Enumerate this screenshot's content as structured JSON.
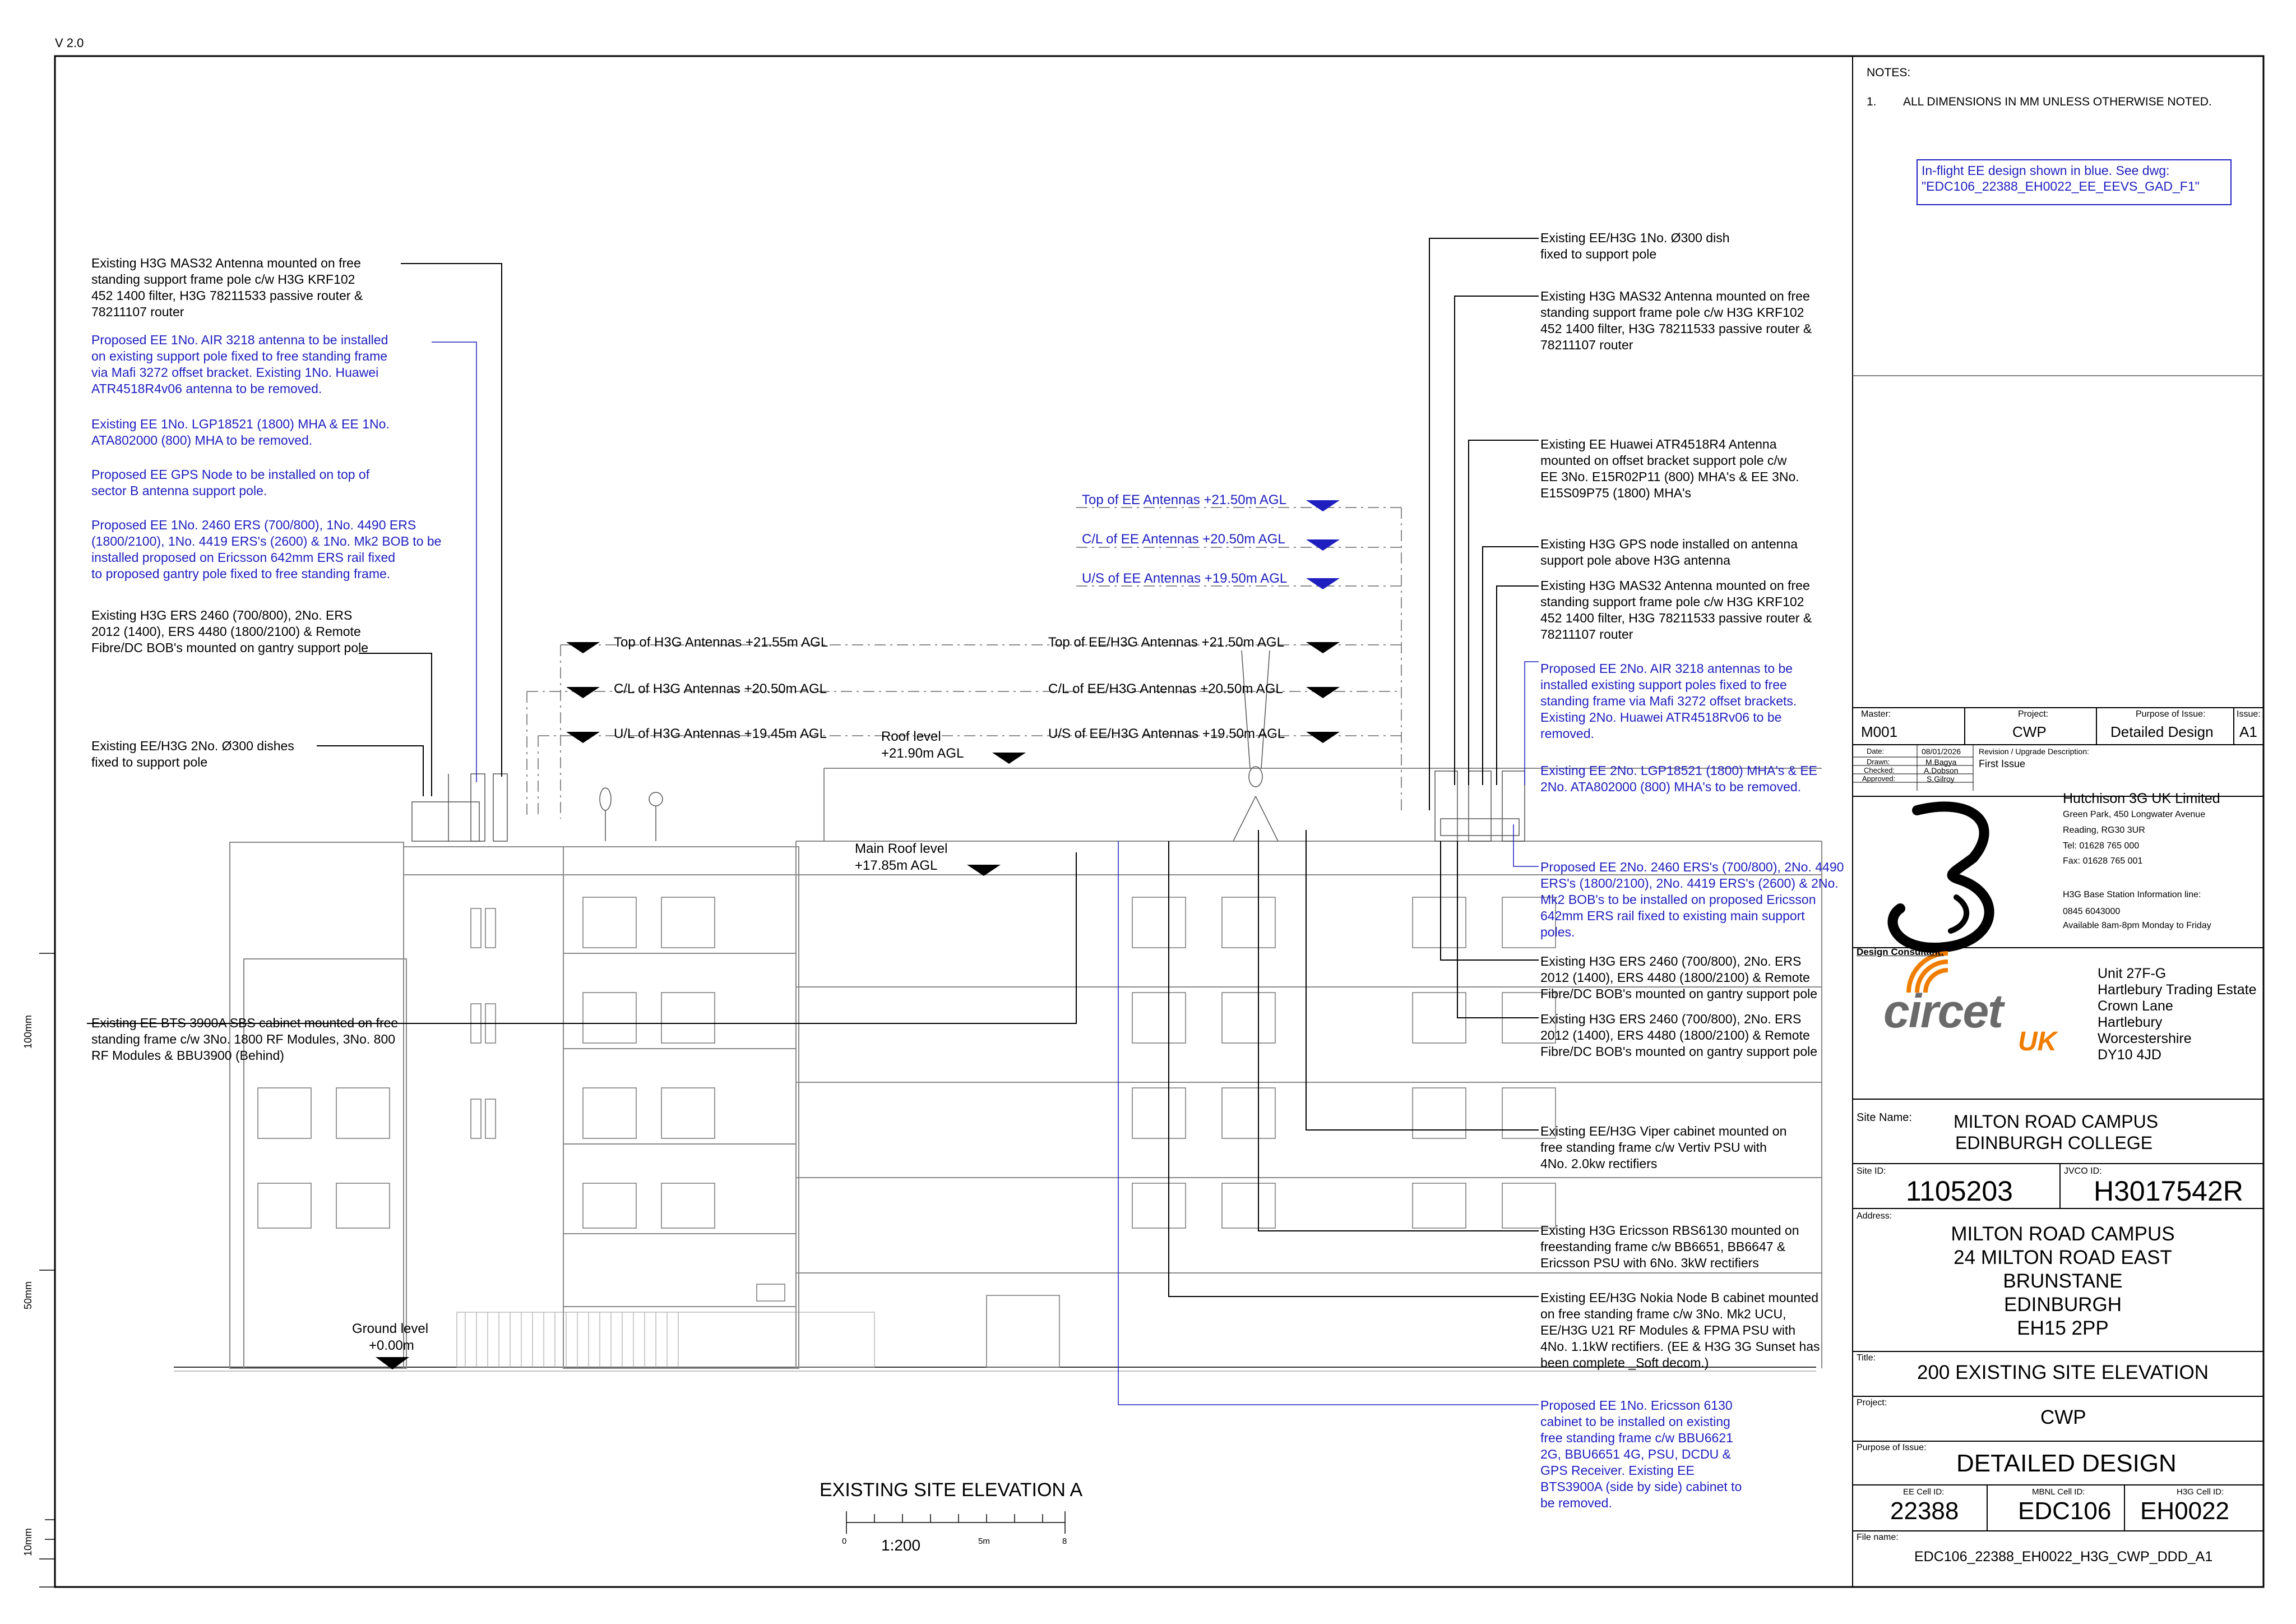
{
  "version": "V 2.0",
  "notes": {
    "heading": "NOTES:",
    "item_num": "1.",
    "item_text": "ALL DIMENSIONS IN MM UNLESS OTHERWISE NOTED.",
    "inflight": "In-flight EE design shown in blue. See dwg:\n\"EDC106_22388_EH0022_EE_EEVS_GAD_F1\""
  },
  "left_annotations": {
    "a1": "Existing H3G MAS32 Antenna mounted on free\nstanding support frame pole c/w H3G KRF102\n452 1400 filter, H3G 78211533 passive router &\n78211107 router",
    "b1": "Proposed EE 1No. AIR 3218 antenna to be installed\non existing support pole fixed to free standing frame\nvia Mafi 3272 offset bracket. Existing 1No. Huawei\nATR4518R4v06 antenna to be removed.",
    "b2": "Existing EE 1No. LGP18521 (1800) MHA & EE 1No.\nATA802000 (800) MHA to be removed.",
    "b3": "Proposed EE GPS Node to be installed on top of\nsector B antenna support pole.",
    "b4": "Proposed EE 1No. 2460 ERS (700/800), 1No. 4490 ERS\n(1800/2100), 1No. 4419 ERS's (2600) & 1No. Mk2 BOB to be\ninstalled proposed on Ericsson 642mm ERS rail fixed\nto proposed gantry pole fixed to free standing frame.",
    "a2": "Existing H3G ERS 2460 (700/800), 2No. ERS\n2012 (1400), ERS 4480 (1800/2100) & Remote\nFibre/DC BOB's mounted on gantry support pole",
    "a3": "Existing EE/H3G 2No. Ø300 dishes\nfixed to support pole",
    "a4": "Existing EE BTS 3900A SBS cabinet mounted on free\nstanding frame c/w 3No. 1800 RF Modules, 3No. 800\nRF Modules & BBU3900 (Behind)"
  },
  "right_annotations": {
    "r1": "Existing EE/H3G 1No. Ø300 dish\nfixed to support pole",
    "r2": "Existing H3G MAS32 Antenna mounted on free\nstanding support frame pole c/w H3G KRF102\n452 1400 filter, H3G 78211533 passive router &\n78211107 router",
    "r3": "Existing EE Huawei ATR4518R4 Antenna\nmounted on offset bracket support pole c/w\nEE 3No. E15R02P11 (800) MHA's & EE 3No.\nE15S09P75 (1800) MHA's",
    "r4": "Existing H3G GPS node installed on antenna\nsupport pole above H3G antenna",
    "r5": "Existing H3G MAS32 Antenna mounted on free\nstanding support frame pole c/w H3G KRF102\n452 1400 filter, H3G 78211533 passive router &\n78211107 router",
    "r6": "Proposed EE 2No. AIR 3218 antennas to be\ninstalled existing support poles fixed to free\nstanding frame via Mafi 3272 offset brackets.\nExisting 2No. Huawei ATR4518Rv06 to be\nremoved.",
    "r7": "Existing EE 2No. LGP18521 (1800) MHA's & EE\n2No. ATA802000 (800) MHA's to be removed.",
    "r8": "Proposed EE 2No. 2460 ERS's (700/800), 2No. 4490\nERS's (1800/2100), 2No. 4419 ERS's (2600) & 2No.\nMk2 BOB's to be installed on proposed Ericsson\n642mm ERS rail fixed to existing main support\npoles.",
    "r9": "Existing H3G ERS 2460 (700/800), 2No. ERS\n2012 (1400), ERS 4480 (1800/2100) & Remote\nFibre/DC BOB's mounted on gantry support pole",
    "r10": "Existing H3G ERS 2460 (700/800), 2No. ERS\n2012 (1400), ERS 4480 (1800/2100) & Remote\nFibre/DC BOB's mounted on gantry support pole",
    "r11": "Existing EE/H3G Viper cabinet mounted on\nfree standing frame c/w Vertiv PSU with\n4No. 2.0kw rectifiers",
    "r12": "Existing H3G Ericsson RBS6130 mounted on\nfreestanding frame c/w BB6651, BB6647 &\nEricsson PSU with 6No. 3kW rectifiers",
    "r13": "Existing EE/H3G Nokia Node B cabinet mounted\non free standing frame c/w 3No. Mk2 UCU,\nEE/H3G U21 RF Modules & FPMA PSU with\n4No. 1.1kW rectifiers. (EE & H3G 3G Sunset has\nbeen complete _Soft decom.)",
    "r14": "Proposed EE 1No. Ericsson 6130\ncabinet to be installed on existing\nfree standing frame c/w BBU6621\n2G, BBU6651 4G, PSU, DCDU &\nGPS Receiver. Existing EE\nBTS3900A (side by side) cabinet to\nbe removed."
  },
  "levels": {
    "ee_top": "Top of EE Antennas +21.50m AGL",
    "ee_cl": "C/L of EE Antennas +20.50m AGL",
    "ee_us": "U/S of EE Antennas +19.50m AGL",
    "h3g_top": "Top of H3G Antennas +21.55m AGL",
    "h3g_cl": "C/L of H3G Antennas +20.50m AGL",
    "h3g_ul": "U/L of H3G Antennas +19.45m AGL",
    "eeh3g_top": "Top of EE/H3G Antennas +21.50m AGL",
    "eeh3g_cl": "C/L of EE/H3G Antennas +20.50m AGL",
    "eeh3g_us": "U/S of EE/H3G Antennas +19.50m AGL",
    "roof_label": "Roof level",
    "roof_value": "+21.90m AGL",
    "main_roof_label": "Main Roof level",
    "main_roof_value": "+17.85m AGL",
    "ground_label": "Ground level",
    "ground_value": "+0.00m"
  },
  "elevation": {
    "title": "EXISTING SITE ELEVATION A",
    "scale": "1:200",
    "tick0": "0",
    "tick5": "5m",
    "tick8": "8"
  },
  "ruler": {
    "r100": "100mm",
    "r50": "50mm",
    "r10": "10mm"
  },
  "title_block": {
    "master_label": "Master:",
    "master": "M001",
    "project_label": "Project:",
    "project": "CWP",
    "purpose_label": "Purpose of Issue:",
    "purpose": "Detailed Design",
    "issue_label": "Issue:",
    "issue": "A1",
    "date_label": "Date:",
    "date": "08/01/2026",
    "drawn_label": "Drawn:",
    "drawn": "M.Bagya",
    "checked_label": "Checked:",
    "checked": "A.Dobson",
    "approved_label": "Approved:",
    "approved": "S.Gilroy",
    "rev_label": "Revision / Upgrade Description:",
    "rev": "First Issue",
    "company": "Hutchison 3G UK Limited",
    "address1": "Green Park, 450 Longwater Avenue",
    "address2": "Reading, RG30 3UR",
    "tel": "Tel: 01628 765 000",
    "fax": "Fax: 01628 765 001",
    "info_label": "H3G Base Station Information line:",
    "info_phone": "0845 6043000",
    "info_hours": "Available 8am-8pm Monday to Friday",
    "consultant_label": "Design Consultant:",
    "consultant_addr": "Unit 27F-G\nHartlebury Trading Estate\nCrown Lane\nHartlebury\nWorcestershire\nDY10 4JD",
    "circet": "circet",
    "uk": "UK",
    "site_name_label": "Site Name:",
    "site_name_1": "MILTON ROAD CAMPUS",
    "site_name_2": "EDINBURGH COLLEGE",
    "site_id_label": "Site ID:",
    "site_id": "1105203",
    "jvco_label": "JVCO ID:",
    "jvco": "H3017542R",
    "address_label": "Address:",
    "address": "MILTON ROAD CAMPUS\n24 MILTON ROAD EAST\nBRUNSTANE\nEDINBURGH\nEH15 2PP",
    "title_label": "Title:",
    "title": "200 EXISTING SITE ELEVATION",
    "project2_label": "Project:",
    "project2": "CWP",
    "purpose2_label": "Purpose of Issue:",
    "purpose2": "DETAILED DESIGN",
    "ee_cell_label": "EE Cell ID:",
    "ee_cell": "22388",
    "mbnl_label": "MBNL Cell ID:",
    "mbnl": "EDC106",
    "h3g_cell_label": "H3G Cell ID:",
    "h3g_cell": "EH0022",
    "file_label": "File name:",
    "file": "EDC106_22388_EH0022_H3G_CWP_DDD_A1"
  },
  "colors": {
    "proposed": "#1f1fbf",
    "line": "#000000",
    "grey": "#888888"
  }
}
